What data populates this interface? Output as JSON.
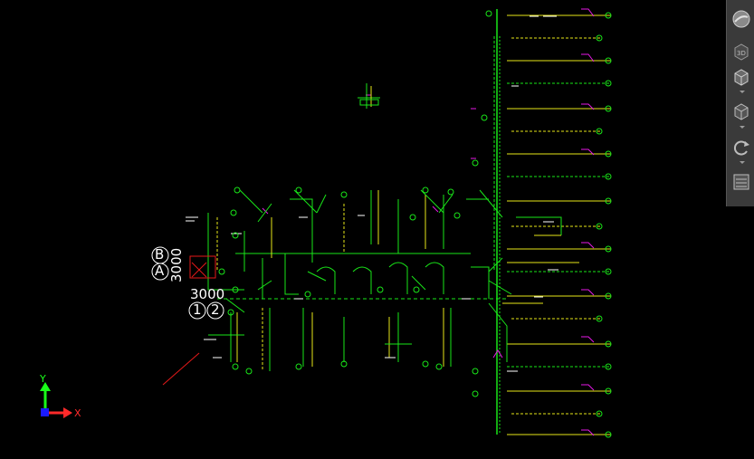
{
  "drawing": {
    "grid_labels": {
      "b": "B",
      "a": "A",
      "one": "1",
      "two": "2"
    },
    "dims": {
      "vertical": "3000",
      "horizontal": "3000"
    },
    "ucs": {
      "x_label": "X",
      "y_label": "Y"
    }
  },
  "toolbar": {
    "buttons": [
      {
        "name": "navigation-wheel-button",
        "icon": "steering-wheel-icon"
      },
      {
        "name": "3d-view-button",
        "icon": "3d-cube-icon",
        "text": "3D"
      },
      {
        "name": "visual-style-button",
        "icon": "shaded-cube-icon"
      },
      {
        "name": "view-cube-button",
        "icon": "view-cube-icon"
      },
      {
        "name": "orbit-button",
        "icon": "orbit-icon"
      },
      {
        "name": "view-manager-button",
        "icon": "view-manager-icon"
      }
    ]
  },
  "colors": {
    "background": "#000000",
    "pipe_green": "#19e619",
    "pipe_yellow": "#e6e619",
    "accent_magenta": "#e619e6",
    "white": "#ffffff",
    "red": "#e61919",
    "toolbar": "#3a3a3a"
  }
}
